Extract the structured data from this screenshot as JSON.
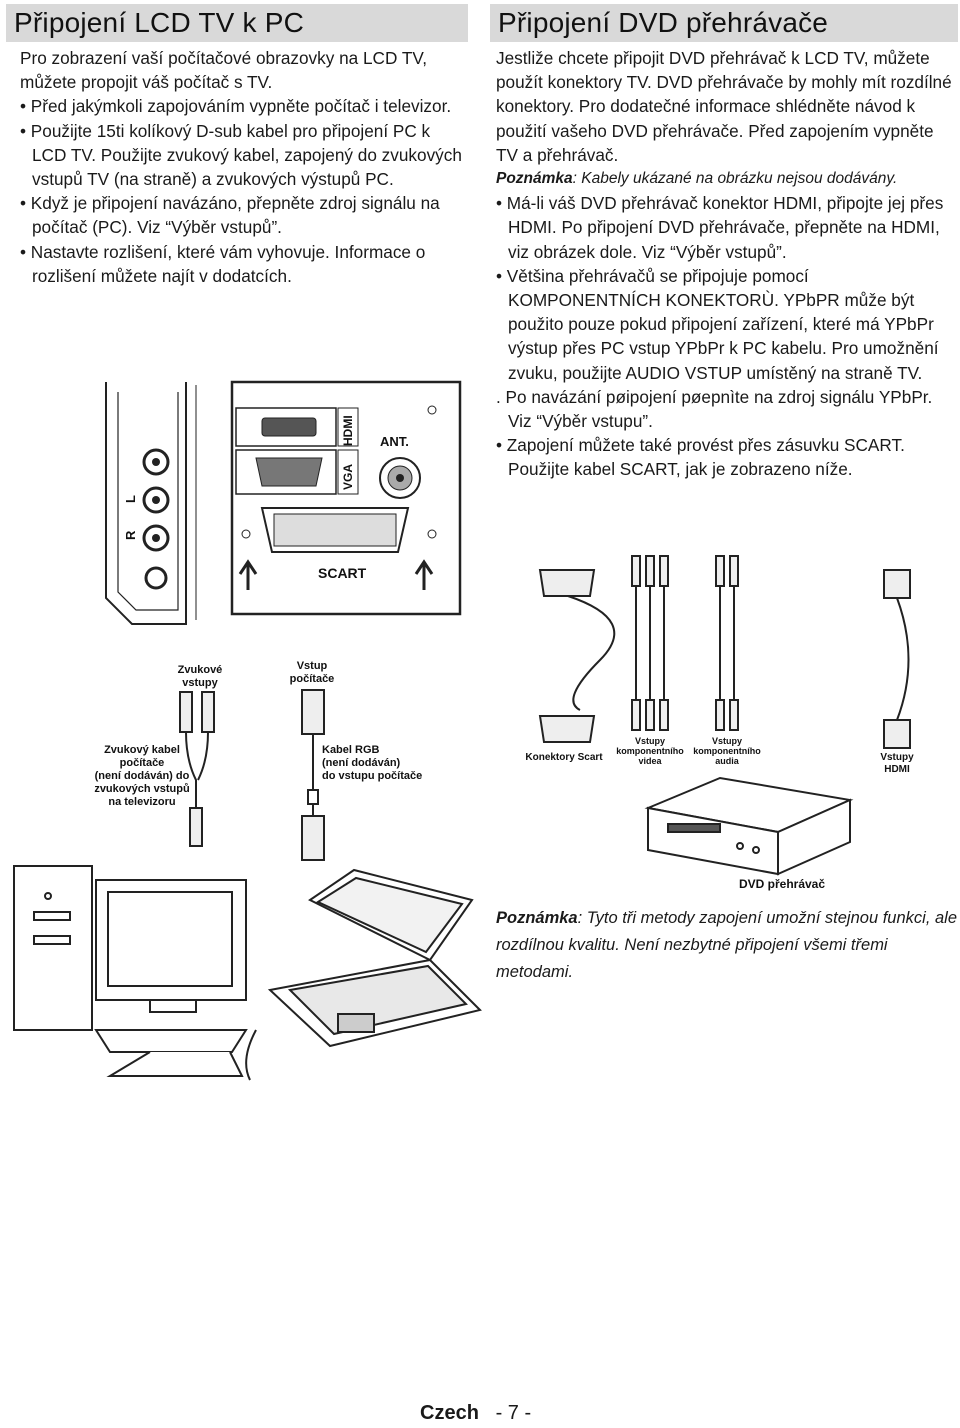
{
  "left": {
    "title": "Připojení LCD TV k PC",
    "intro": "Pro zobrazení vaší počítačové obrazovky na LCD TV, můžete propojit váš počítač s TV.",
    "bullets": [
      "• Před jakýmkoli zapojováním vypněte počítač i televizor.",
      "• Použijte 15ti kolíkový D-sub kabel pro připojení PC k LCD TV. Použijte zvukový kabel, zapojený do zvukových vstupů TV (na straně) a zvukových výstupů PC.",
      "• Když je připojení navázáno, přepněte zdroj signálu na počítač (PC). Viz “Výběr vstupů”.",
      "• Nastavte rozlišení, které vám vyhovuje. Informace o rozlišení můžete najít v dodatcích."
    ],
    "panel": {
      "side_r": "R",
      "side_l": "L",
      "hdmi": "HDMI",
      "vga": "VGA",
      "ant": "ANT.",
      "scart": "SCART"
    },
    "labels": {
      "audio_inputs": [
        "Zvukové",
        "vstupy"
      ],
      "pc_input": [
        "Vstup",
        "počítače"
      ],
      "audio_cable": [
        "Zvukový kabel",
        "počítače",
        "(není dodáván) do",
        "zvukových vstupů",
        "na televizoru"
      ],
      "rgb_cable": [
        "Kabel RGB",
        "(není dodáván)",
        "do vstupu počítače"
      ]
    }
  },
  "right": {
    "title": "Připojení DVD přehrávače",
    "intro": "Jestliže chcete připojit DVD přehrávač k LCD TV, můžete použít konektory TV. DVD přehrávače by mohly mít rozdílné konektory. Pro dodatečné informace shlédněte návod k použití vašeho DVD přehrávače. Před zapojením vypněte TV a přehrávač.",
    "note_label": "Poznámka",
    "note_text": ": Kabely ukázané na obrázku nejsou dodávány.",
    "bullets": [
      "• Má-li váš DVD přehrávač konektor HDMI, připojte jej přes HDMI. Po připojení DVD přehrávače, přepněte na HDMI, viz obrázek dole. Viz “Výběr vstupů”.",
      "• Většina přehrávačů se připojuje pomocí KOMPONENTNÍCH KONEKTORÙ. YPbPR může být použito pouze pokud připojení zařízení, které má YPbPr výstup přes PC vstup YPbPr k PC kabelu. Pro umožnění zvuku, použijte AUDIO VSTUP umístěný na straně TV.",
      ". Po navázání pøipojení pøepnìte na zdroj signálu YPbPr. Viz “Výběr vstupu”.",
      "• Zapojení můžete také provést přes zásuvku SCART. Použijte kabel SCART, jak je zobrazeno níže."
    ],
    "labels": {
      "scart_conn": "Konektory Scart",
      "comp_video": [
        "Vstupy",
        "komponentního",
        "videa"
      ],
      "comp_audio": [
        "Vstupy",
        "komponentního",
        "audia"
      ],
      "hdmi_in": [
        "Vstupy",
        "HDMI"
      ],
      "dvd": "DVD přehrávač"
    },
    "bottom_note_label": "Poznámka",
    "bottom_note_text": ": Tyto tři metody zapojení umožní stejnou funkci, ale rozdílnou kvalitu. Není nezbytné připojení všemi třemi metodami."
  },
  "footer": {
    "lang": "Czech",
    "page": "- 7 -"
  }
}
